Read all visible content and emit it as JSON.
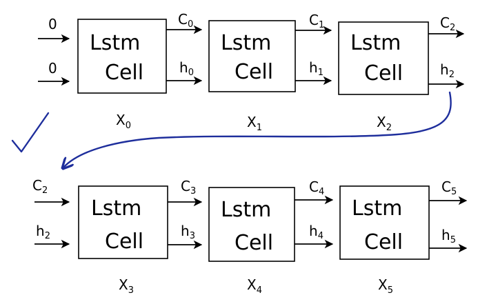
{
  "cell": {
    "line1": "Lstm",
    "line2": "Cell"
  },
  "row1": {
    "inputs": {
      "top": "0",
      "bottom": "0"
    },
    "cells": [
      {
        "c_base": "C",
        "c_sub": "0",
        "h_base": "h",
        "h_sub": "0",
        "x_base": "X",
        "x_sub": "0"
      },
      {
        "c_base": "C",
        "c_sub": "1",
        "h_base": "h",
        "h_sub": "1",
        "x_base": "X",
        "x_sub": "1"
      },
      {
        "c_base": "C",
        "c_sub": "2",
        "h_base": "h",
        "h_sub": "2",
        "x_base": "X",
        "x_sub": "2"
      }
    ]
  },
  "row2": {
    "inputs": {
      "top_base": "C",
      "top_sub": "2",
      "bottom_base": "h",
      "bottom_sub": "2"
    },
    "cells": [
      {
        "c_base": "C",
        "c_sub": "3",
        "h_base": "h",
        "h_sub": "3",
        "x_base": "X",
        "x_sub": "3"
      },
      {
        "c_base": "C",
        "c_sub": "4",
        "h_base": "h",
        "h_sub": "4",
        "x_base": "X",
        "x_sub": "4"
      },
      {
        "c_base": "C",
        "c_sub": "5",
        "h_base": "h",
        "h_sub": "5",
        "x_base": "X",
        "x_sub": "5"
      }
    ]
  },
  "annotation": {
    "checkmark": "checkmark-icon",
    "color": "#1e2e9c"
  }
}
